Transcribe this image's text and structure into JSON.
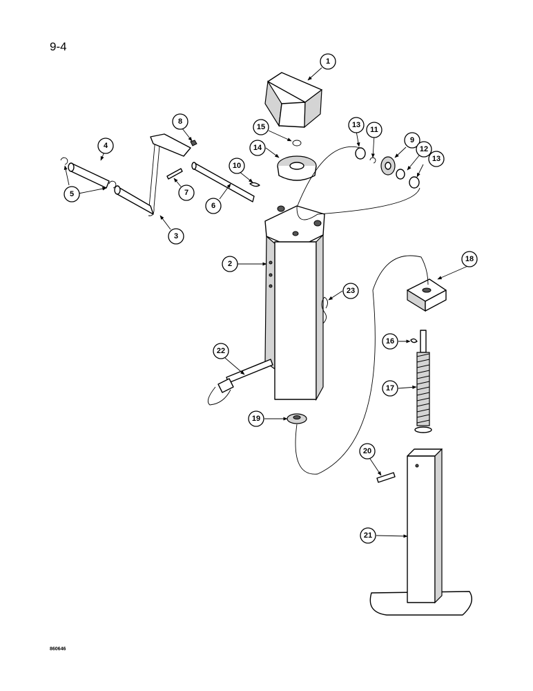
{
  "page_number": "9-4",
  "figure_code": "860646",
  "callouts": [
    "1",
    "2",
    "3",
    "4",
    "5",
    "6",
    "7",
    "8",
    "9",
    "10",
    "11",
    "12",
    "13",
    "13",
    "14",
    "15",
    "16",
    "17",
    "18",
    "19",
    "20",
    "21",
    "22",
    "23"
  ]
}
